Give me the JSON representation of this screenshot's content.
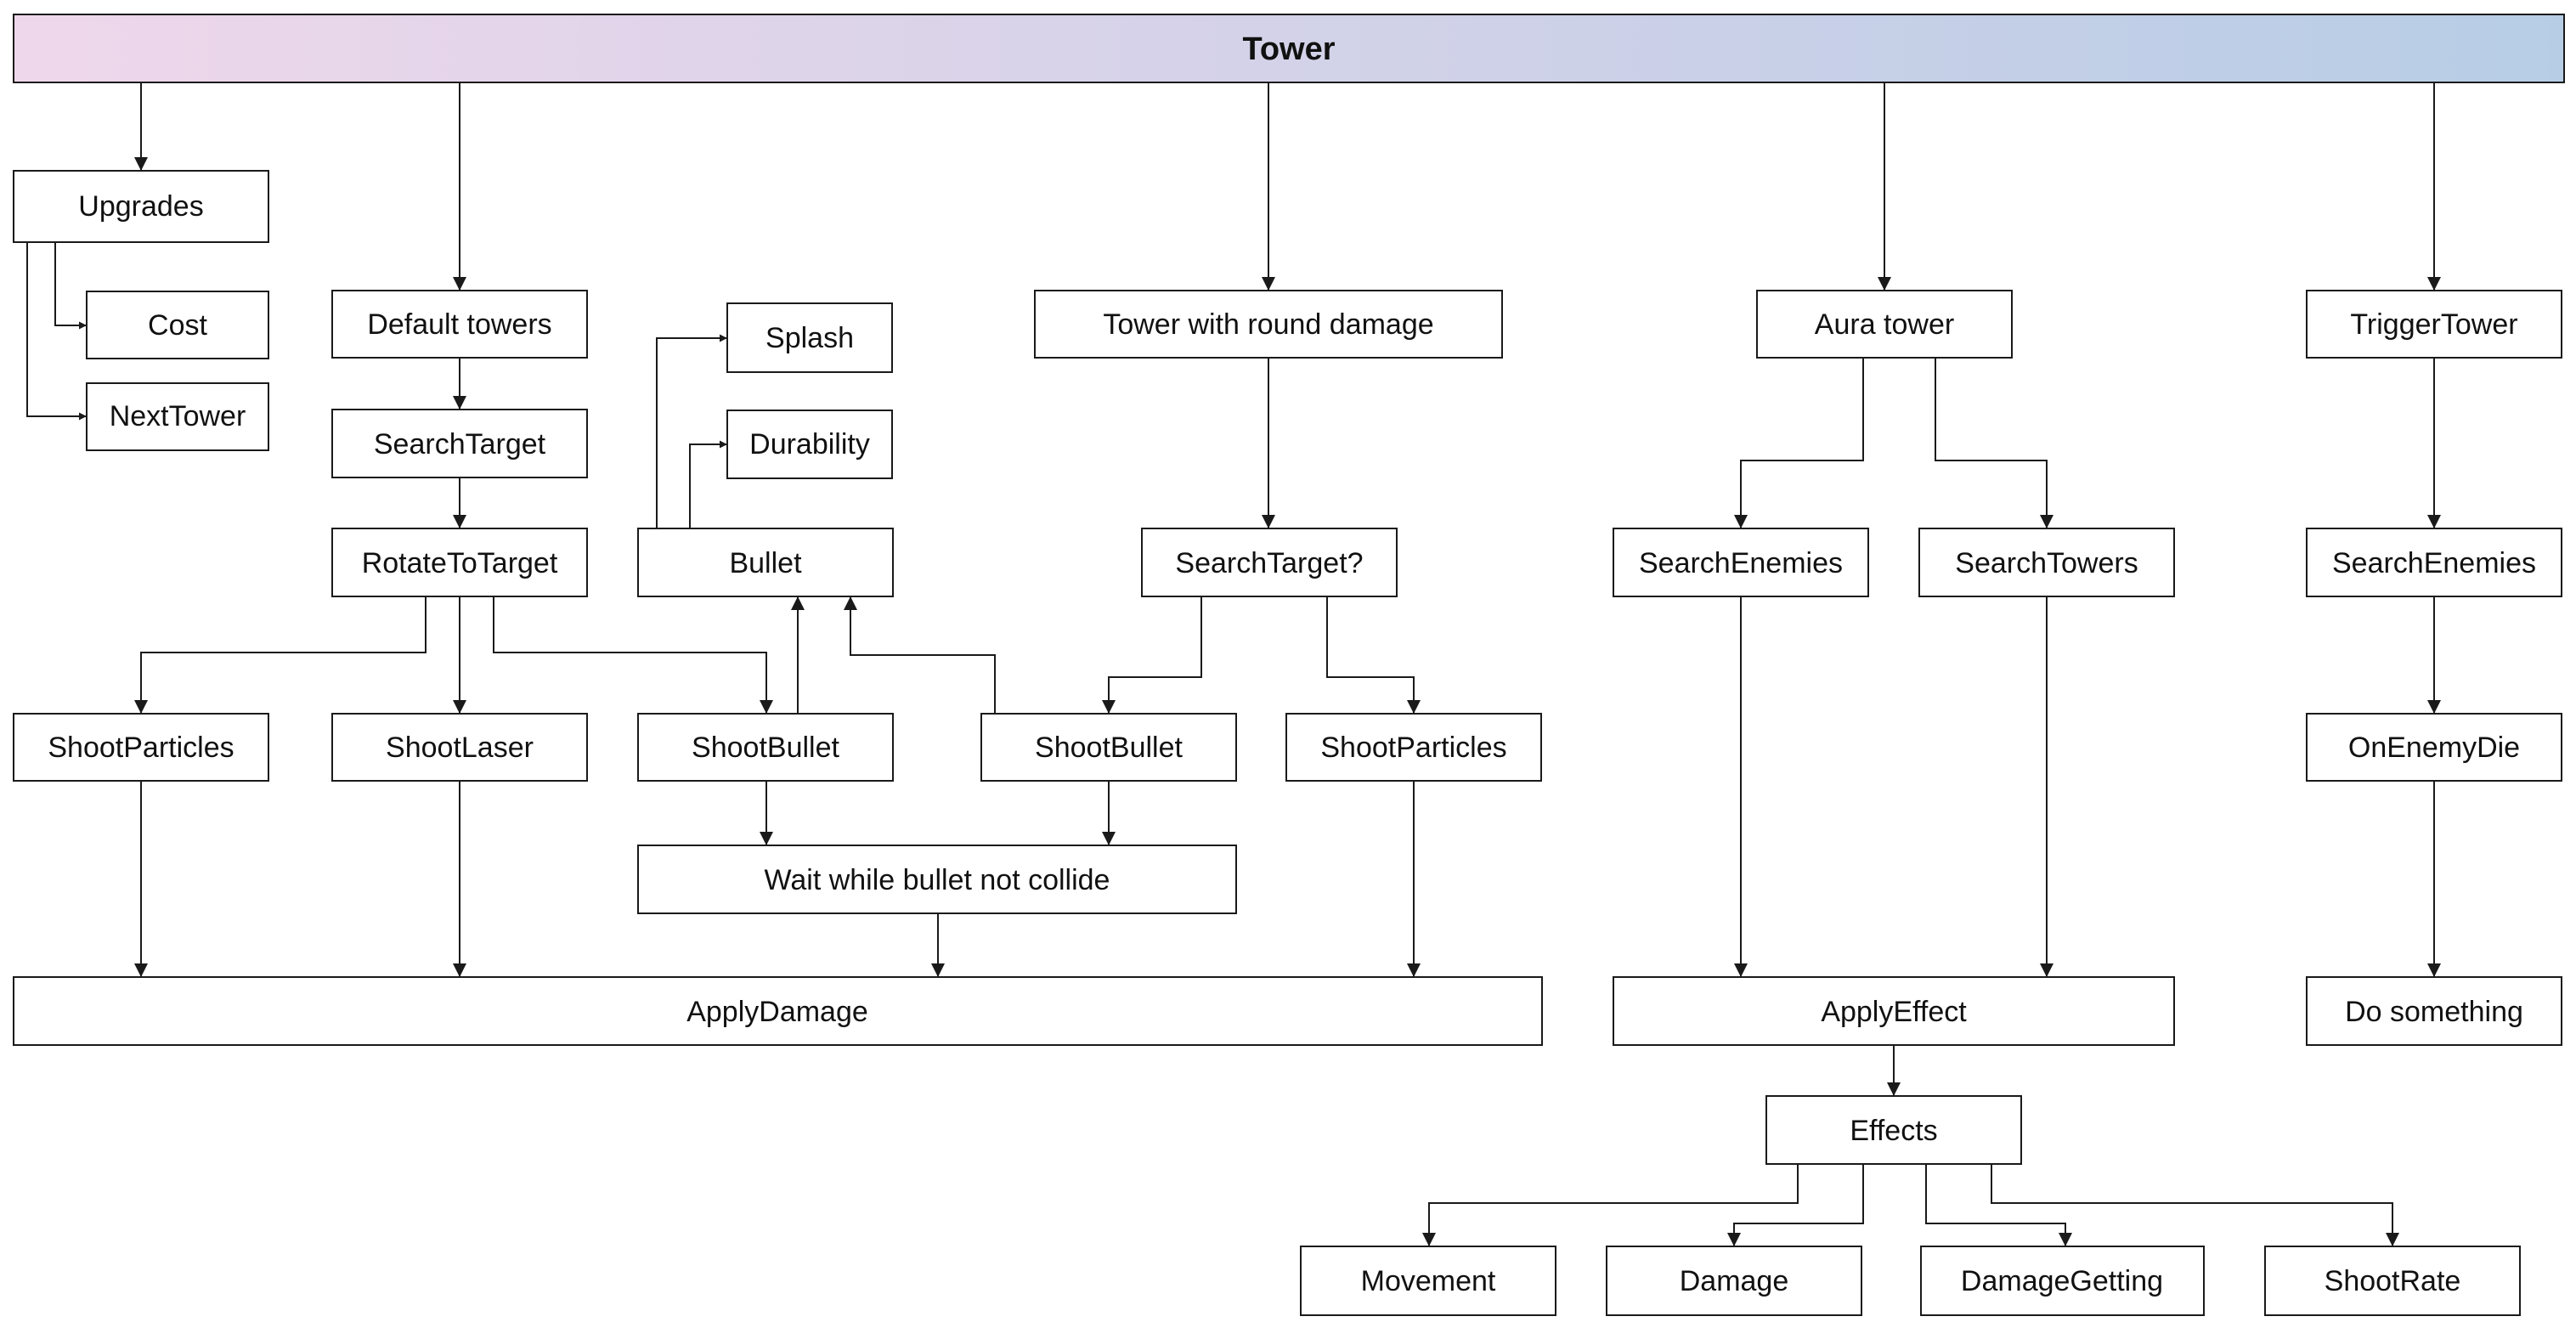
{
  "diagram": {
    "title": "Tower",
    "colors": {
      "gradient_start": "#efd7eb",
      "gradient_end": "#b7cde6",
      "stroke": "#1a1a1a",
      "background": "#ffffff"
    },
    "nodes": {
      "upgrades": "Upgrades",
      "cost": "Cost",
      "next_tower": "NextTower",
      "default_towers": "Default towers",
      "search_target": "SearchTarget",
      "rotate_to_target": "RotateToTarget",
      "shoot_particles_1": "ShootParticles",
      "shoot_laser": "ShootLaser",
      "shoot_bullet_1": "ShootBullet",
      "splash": "Splash",
      "durability": "Durability",
      "bullet": "Bullet",
      "round_damage_tower": "Tower with round damage",
      "search_target_q": "SearchTarget?",
      "shoot_bullet_2": "ShootBullet",
      "shoot_particles_2": "ShootParticles",
      "wait_collide": "Wait while bullet not collide",
      "apply_damage": "ApplyDamage",
      "aura_tower": "Aura tower",
      "search_enemies_1": "SearchEnemies",
      "search_towers": "SearchTowers",
      "apply_effect": "ApplyEffect",
      "effects": "Effects",
      "movement": "Movement",
      "damage": "Damage",
      "damage_getting": "DamageGetting",
      "shoot_rate": "ShootRate",
      "trigger_tower": "TriggerTower",
      "search_enemies_2": "SearchEnemies",
      "on_enemy_die": "OnEnemyDie",
      "do_something": "Do something"
    }
  }
}
